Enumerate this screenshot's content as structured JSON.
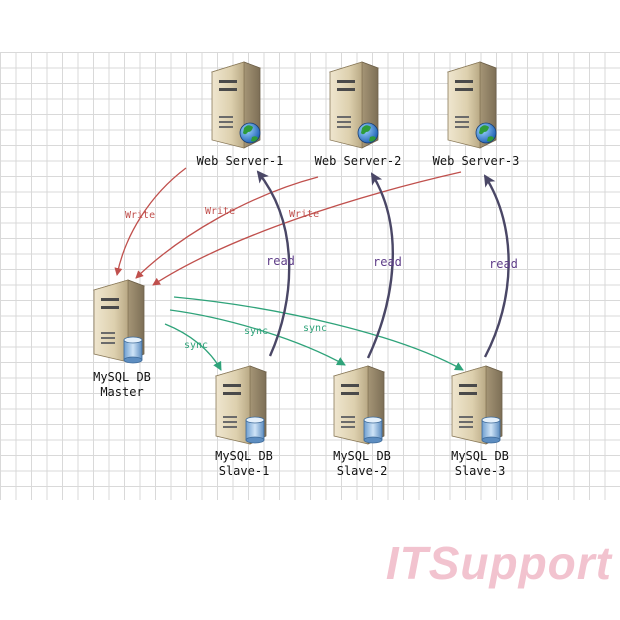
{
  "servers": {
    "web1": "Web Server-1",
    "web2": "Web Server-2",
    "web3": "Web Server-3"
  },
  "databases": {
    "master": [
      "MySQL DB",
      "Master"
    ],
    "slave1": [
      "MySQL DB",
      "Slave-1"
    ],
    "slave2": [
      "MySQL DB",
      "Slave-2"
    ],
    "slave3": [
      "MySQL DB",
      "Slave-3"
    ]
  },
  "edges": {
    "write": "Write",
    "read": "read",
    "sync": "sync"
  },
  "watermark": "ITSupport",
  "colors": {
    "write": "#c0504d",
    "read": "#4a4766",
    "read_label": "#5e3d88",
    "sync": "#2fa37a"
  }
}
